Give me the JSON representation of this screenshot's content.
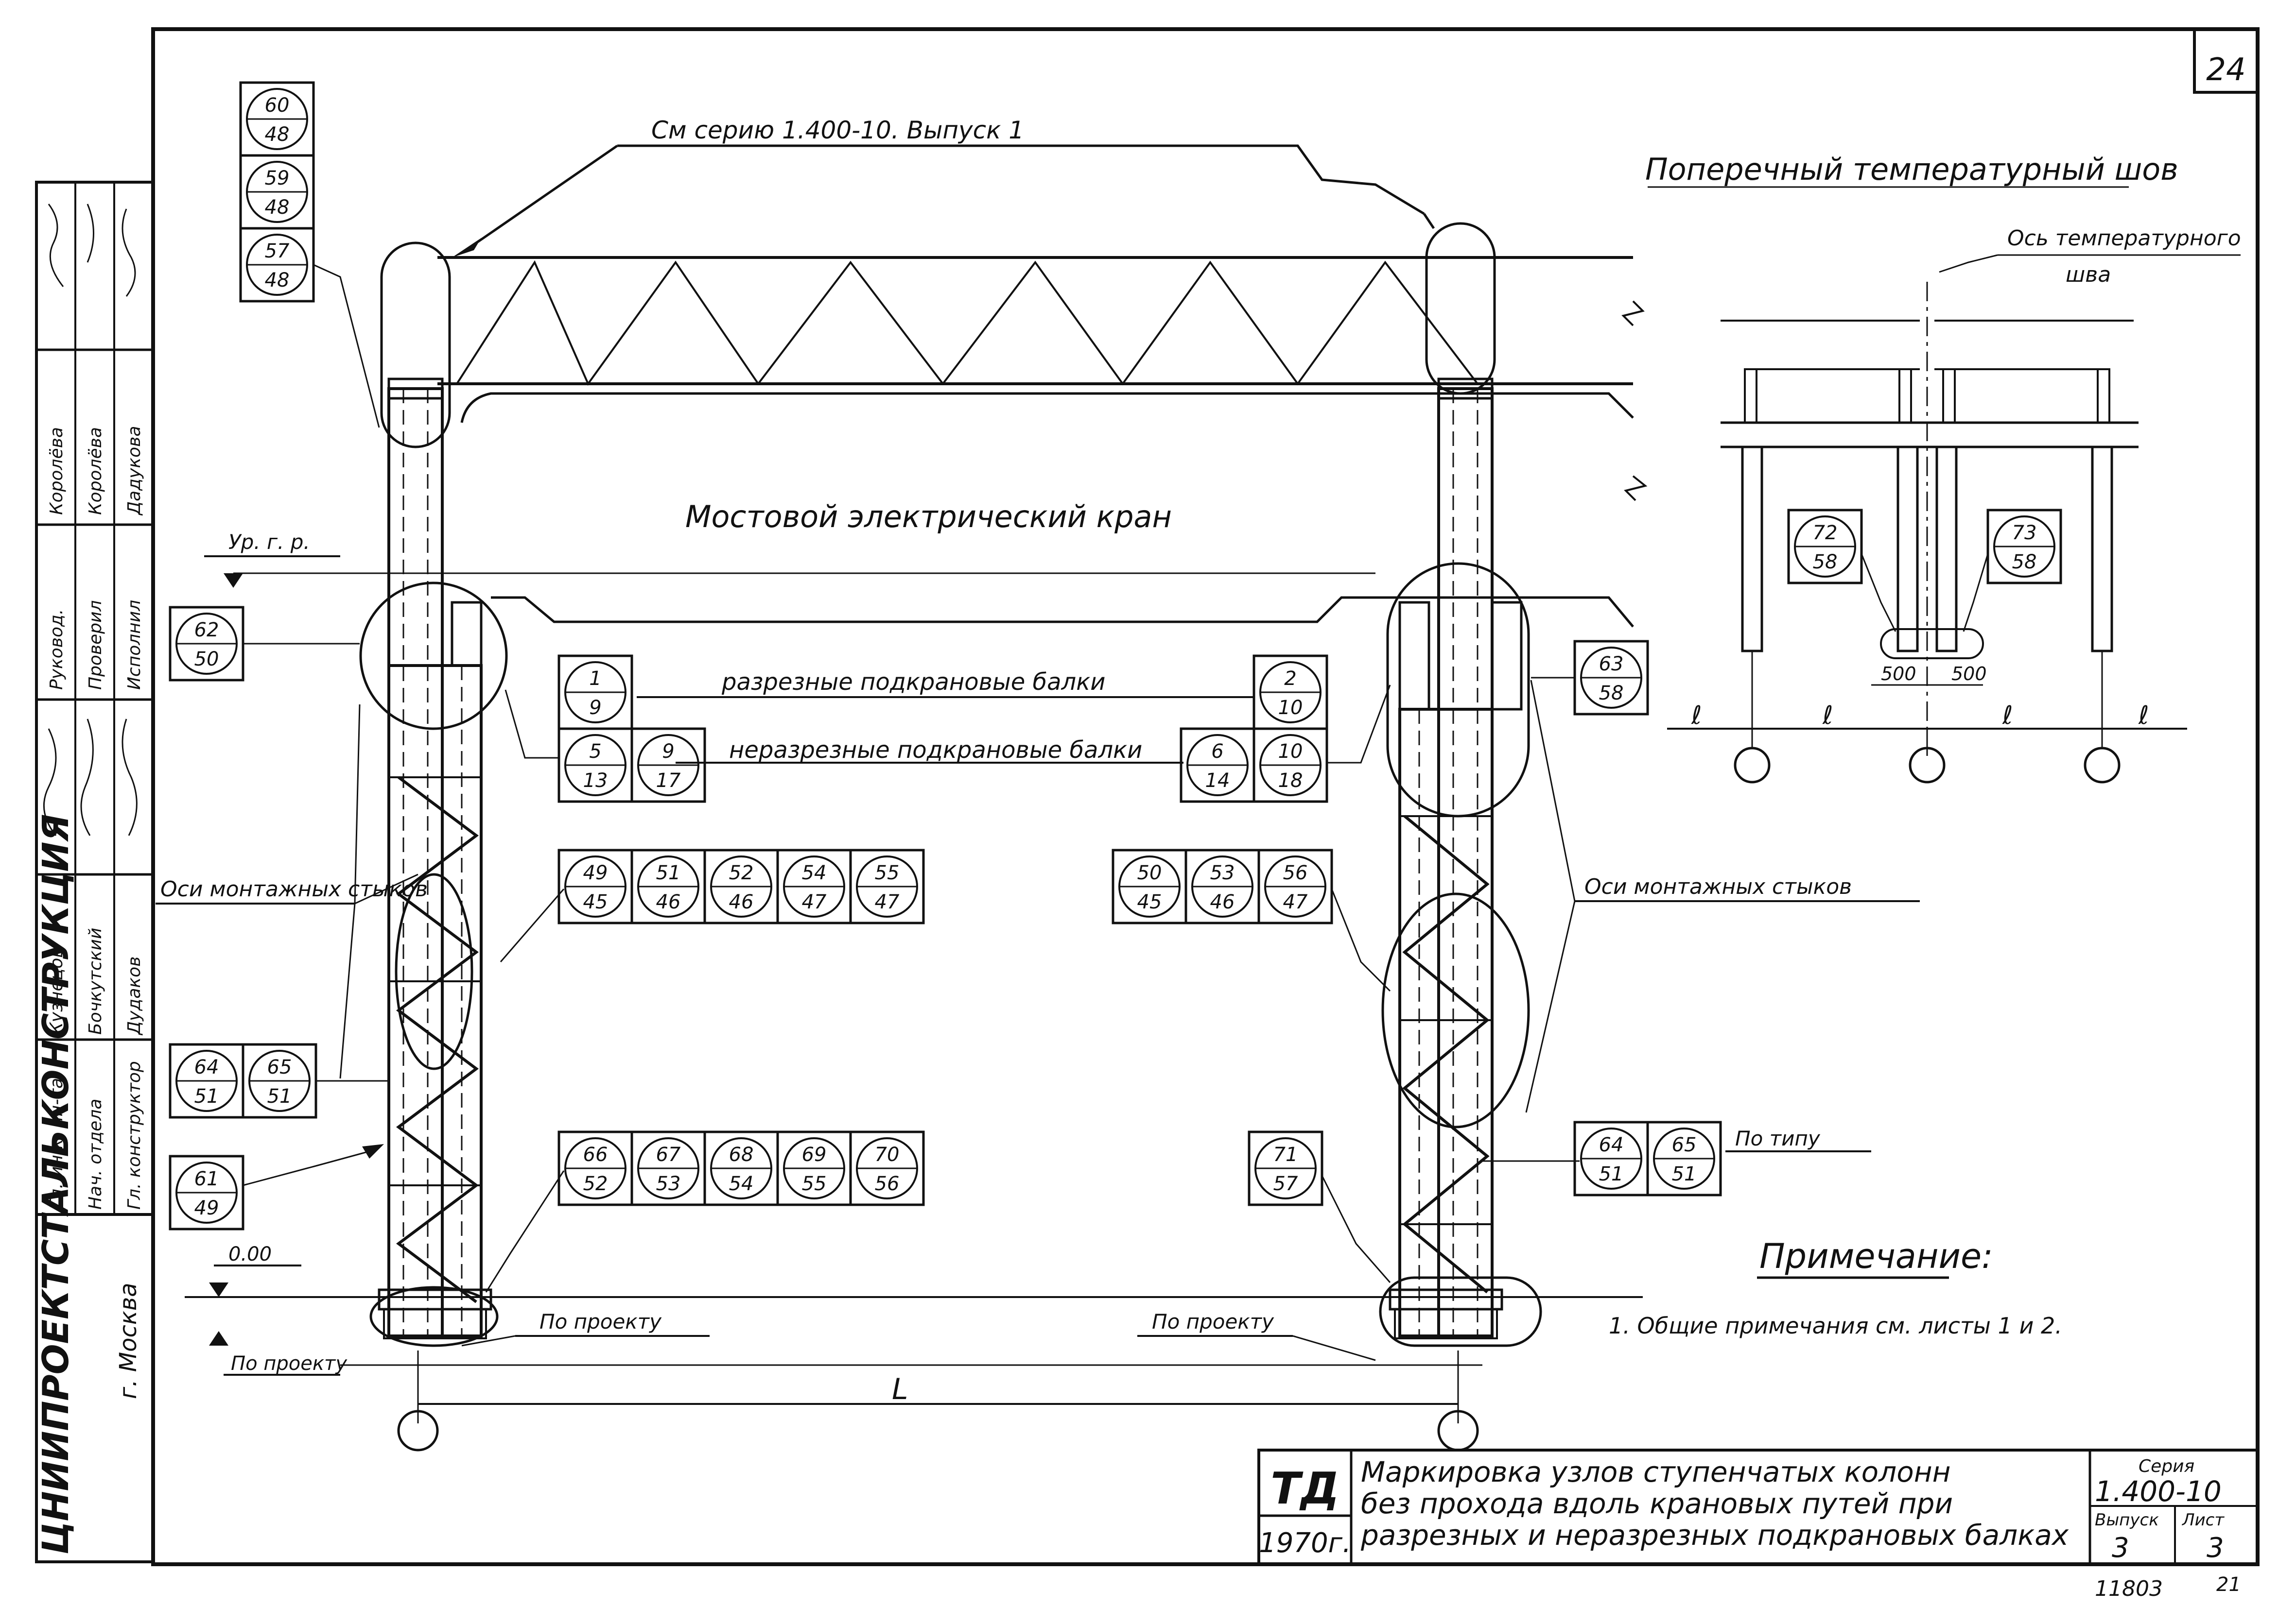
{
  "sheet_number": "24",
  "top_reference": "См серию 1.400-10. Выпуск 1",
  "crane_label": "Мостовой электрический кран",
  "rail_level": "Ур. г. р.",
  "beams_split": "разрезные подкрановые балки",
  "beams_continuous": "неразрезные подкрановые балки",
  "joint_axes_left": "Оси монтажных стыков",
  "joint_axes_right": "Оси монтажных стыков",
  "zero_level": "0.00",
  "per_project": "По проекту",
  "per_project_left": "По проекту",
  "per_project_mid": "По проекту",
  "per_project_right": "По проекту",
  "span_label": "L",
  "by_type": "По типу",
  "thermal": {
    "title": "Поперечный температурный шов",
    "axis_line1": "Ось температурного",
    "axis_line2": "шва",
    "dim1": "500",
    "dim2": "500",
    "bay": "ℓ"
  },
  "note": {
    "title": "Примечание:",
    "text": "1. Общие примечания см. листы 1 и 2."
  },
  "markers": {
    "m60": [
      "60",
      "48"
    ],
    "m59": [
      "59",
      "48"
    ],
    "m57": [
      "57",
      "48"
    ],
    "m62": [
      "62",
      "50"
    ],
    "m63": [
      "63",
      "58"
    ],
    "m1": [
      "1",
      "9"
    ],
    "m5": [
      "5",
      "13"
    ],
    "m9": [
      "9",
      "17"
    ],
    "m2": [
      "2",
      "10"
    ],
    "m6": [
      "6",
      "14"
    ],
    "m10": [
      "10",
      "18"
    ],
    "m49": [
      "49",
      "45"
    ],
    "m51": [
      "51",
      "46"
    ],
    "m52": [
      "52",
      "46"
    ],
    "m54": [
      "54",
      "47"
    ],
    "m55": [
      "55",
      "47"
    ],
    "m50": [
      "50",
      "45"
    ],
    "m53": [
      "53",
      "46"
    ],
    "m56": [
      "56",
      "47"
    ],
    "m64a": [
      "64",
      "51"
    ],
    "m65a": [
      "65",
      "51"
    ],
    "m61": [
      "61",
      "49"
    ],
    "m66": [
      "66",
      "52"
    ],
    "m67": [
      "67",
      "53"
    ],
    "m68": [
      "68",
      "54"
    ],
    "m69": [
      "69",
      "55"
    ],
    "m70": [
      "70",
      "56"
    ],
    "m71": [
      "71",
      "57"
    ],
    "m64b": [
      "64",
      "51"
    ],
    "m65b": [
      "65",
      "51"
    ],
    "m72": [
      "72",
      "58"
    ],
    "m73": [
      "73",
      "58"
    ]
  },
  "side_stamp": {
    "org": "ЦНИИПРОЕКТСТАЛЬКОНСТРУКЦИЯ",
    "city": "г. Москва",
    "roles": [
      "Гл. инж. ин-та",
      "Нач. отдела",
      "Гл. конструктор"
    ],
    "names_a": [
      "Кузнецов",
      "Бочкутский",
      "Дудаков"
    ],
    "roles2": [
      "Руковод.",
      "Проверил",
      "Исполнил"
    ],
    "names_b": [
      "Королёва",
      "Королёва",
      "Дадукова"
    ]
  },
  "title_block": {
    "code": "ТД",
    "year": "1970г.",
    "title_l1": "Маркировка узлов ступенчатых колонн",
    "title_l2": "без прохода вдоль крановых путей при",
    "title_l3": "разрезных и неразрезных подкрановых балках",
    "series_label": "Серия",
    "series": "1.400-10",
    "issue_label": "Выпуск",
    "issue": "3",
    "sheet_label": "Лист",
    "sheet": "3"
  },
  "footer_number": "11803",
  "footer_page": "21"
}
